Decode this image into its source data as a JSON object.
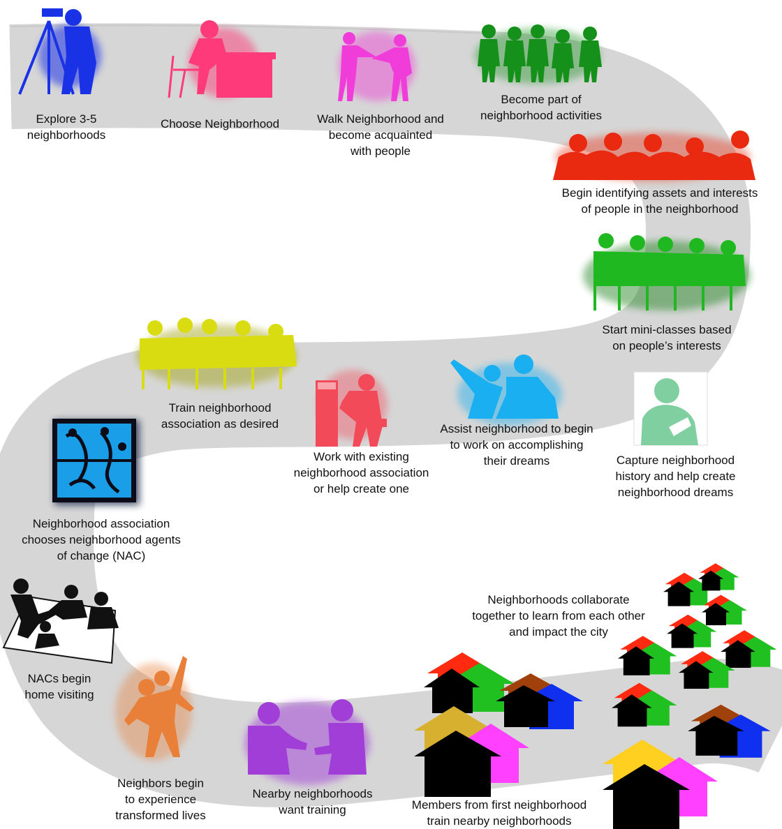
{
  "steps": [
    {
      "id": "explore",
      "label": "Explore 3-5\nneighborhoods",
      "color": "#1a32e6",
      "icon": "surveyor-icon"
    },
    {
      "id": "choose",
      "label": "Choose Neighborhood",
      "color": "#ff3a7a",
      "icon": "person-at-desk-icon"
    },
    {
      "id": "walk",
      "label": "Walk Neighborhood and\nbecome acquainted\nwith people",
      "color": "#f03cd8",
      "icon": "handshake-icon"
    },
    {
      "id": "become",
      "label": "Become part of\nneighborhood activities",
      "color": "#15901a",
      "icon": "children-group-icon"
    },
    {
      "id": "assets",
      "label": "Begin identifying assets and interests\nof people in the neighborhood",
      "color": "#ea2a10",
      "icon": "audience-icon"
    },
    {
      "id": "miniclasses",
      "label": "Start mini-classes based\non people’s interests",
      "color": "#20b820",
      "icon": "meeting-table-icon"
    },
    {
      "id": "capture",
      "label": "Capture neighborhood\nhistory and help create\nneighborhood dreams",
      "color": "#7fcfa0",
      "icon": "pledge-person-icon"
    },
    {
      "id": "assist",
      "label": "Assist neighborhood to begin\nto work on accomplishing\ntheir dreams",
      "color": "#1aaff0",
      "icon": "pointing-people-icon"
    },
    {
      "id": "work",
      "label": "Work with existing\nneighborhood association\nor help create one",
      "color": "#f24a58",
      "icon": "worker-at-door-icon"
    },
    {
      "id": "train",
      "label": "Train neighborhood\nassociation as desired",
      "color": "#d8dc10",
      "icon": "meeting-table-icon"
    },
    {
      "id": "nac",
      "label": "Neighborhood association\nchooses neighborhood agents\nof change (NAC)",
      "color": "#1a9ee8",
      "icon": "artwork-tile-icon"
    },
    {
      "id": "visiting",
      "label": "NACs begin\nhome visiting",
      "color": "#111111",
      "icon": "family-on-rug-icon"
    },
    {
      "id": "transformed",
      "label": "Neighbors begin\nto experience\ntransformed lives",
      "color": "#e8803a",
      "icon": "celebrating-people-icon"
    },
    {
      "id": "nearby",
      "label": "Nearby neighborhoods\nwant training",
      "color": "#a23ed8",
      "icon": "conversation-icon"
    },
    {
      "id": "members",
      "label": "Members from first neighborhood\ntrain nearby neighborhoods",
      "color": "#000000",
      "icon": "houses-icon"
    },
    {
      "id": "collaborate",
      "label": "Neighborhoods collaborate\ntogether to learn from each other\nand impact the city",
      "color": "#000000",
      "icon": "houses-icon"
    }
  ],
  "house_colors": [
    "#ff2a10",
    "#20c020",
    "#a0400a",
    "#1030f0",
    "#d8b030",
    "#ff40ff",
    "#ffd020",
    "#000000"
  ]
}
